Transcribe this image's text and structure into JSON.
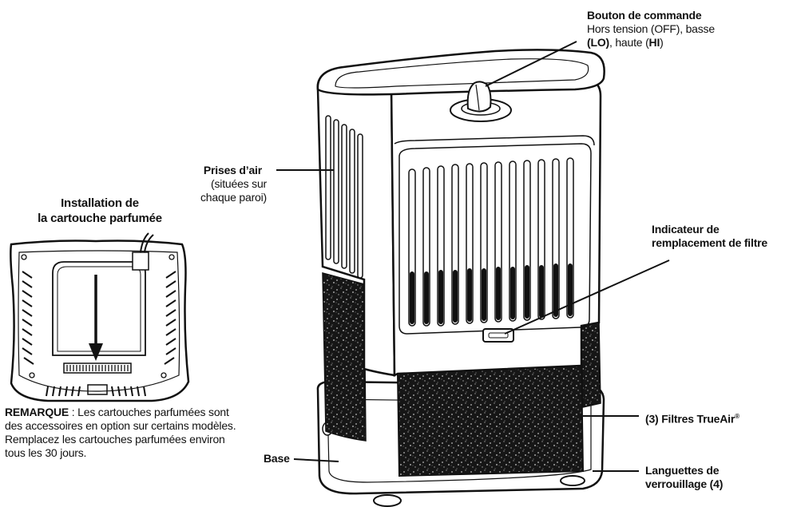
{
  "labels": {
    "control_knob": {
      "title": "Bouton de commande",
      "line1": "Hors tension (OFF), basse",
      "line2_a": "(LO)",
      "line2_b": ", haute (",
      "line2_c": "HI",
      "line2_d": ")"
    },
    "air_intakes": {
      "title": "Prises d’air",
      "line1": "(situées sur",
      "line2": "chaque paroi)"
    },
    "filter_indicator": {
      "line1": "Indicateur de",
      "line2": "remplacement de filtre"
    },
    "filters": {
      "prefix": "(3) Filtres TrueAir",
      "mark": "®"
    },
    "base": "Base",
    "locking_tabs": {
      "line1": "Languettes de",
      "line2": "verrouillage (4)"
    }
  },
  "inset": {
    "title_line1": "Installation de",
    "title_line2": "la cartouche parfumée"
  },
  "note": {
    "label": "REMARQUE",
    "text": " : Les cartouches parfumées sont des accessoires en option sur certains modèles. Remplacez les cartouches parfumées environ tous les 30 jours."
  }
}
